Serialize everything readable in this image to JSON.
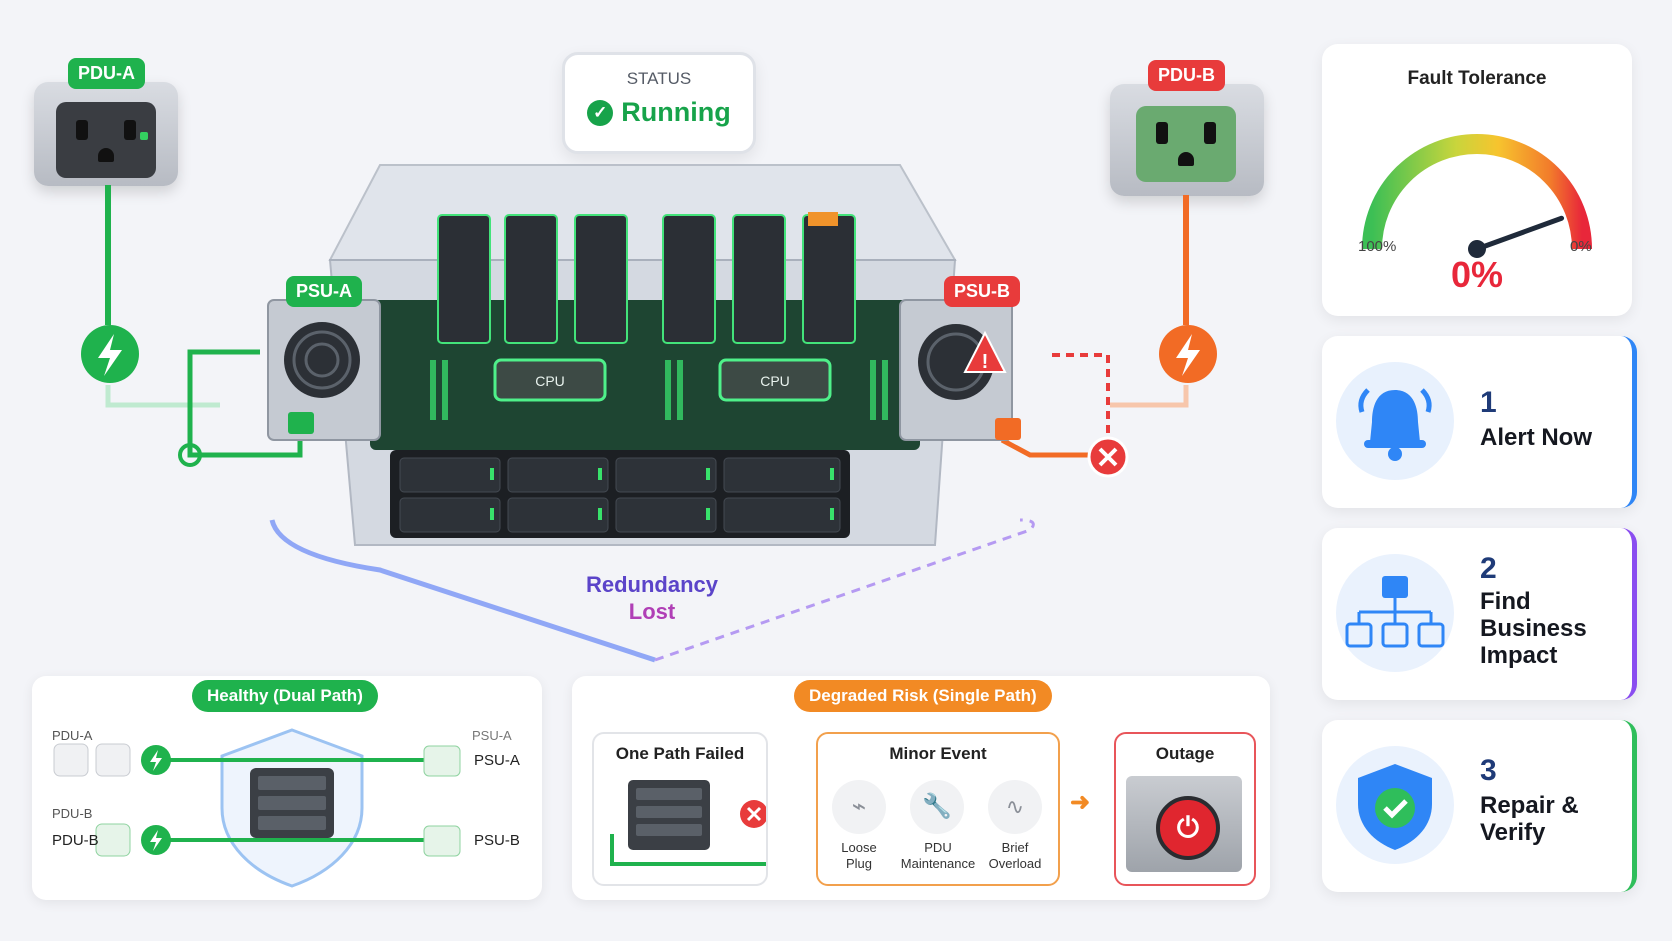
{
  "pdu_a": {
    "label": "PDU-A"
  },
  "pdu_b": {
    "label": "PDU-B"
  },
  "psu_a": {
    "label": "PSU-A"
  },
  "psu_b": {
    "label": "PSU-B"
  },
  "status": {
    "label": "STATUS",
    "value": "Running"
  },
  "server": {
    "cpu_labels": [
      "CPU",
      "CPU"
    ]
  },
  "redundancy": {
    "line1": "Redundancy",
    "line2": "Lost"
  },
  "gauge": {
    "title": "Fault Tolerance",
    "left_label": "100%",
    "right_label": "0%",
    "value": "0%",
    "level": 0
  },
  "steps": [
    {
      "number": "1",
      "title": "Alert Now",
      "icon": "bell-icon",
      "accent": "#2f86f6"
    },
    {
      "number": "2",
      "title": "Find Business Impact",
      "icon": "hierarchy-icon",
      "accent": "#8a4df0"
    },
    {
      "number": "3",
      "title": "Repair & Verify",
      "icon": "shield-check-icon",
      "accent": "#2fbe5b"
    }
  ],
  "healthy": {
    "title": "Healthy (Dual Path)",
    "pdu_a_small": "PDU-A",
    "pdu_b_small": "PDU-B",
    "psu_a_small": "PSU-A",
    "psu_a": "PSU-A",
    "pdu_b": "PDU-B",
    "psu_b": "PSU-B"
  },
  "degraded": {
    "title": "Degraded Risk (Single Path)",
    "one_path_failed": "One Path Failed",
    "minor_event": {
      "title": "Minor Event",
      "items": [
        {
          "label": "Loose Plug",
          "icon": "plug-icon"
        },
        {
          "label": "PDU Maintenance",
          "icon": "wrench-icon"
        },
        {
          "label": "Brief Overload",
          "icon": "pulse-icon"
        }
      ]
    },
    "outage": "Outage"
  },
  "colors": {
    "green": "#1fb24d",
    "red": "#e83b3b",
    "orange": "#f26b25",
    "blue": "#2f86f6",
    "purple": "#7b4de8"
  }
}
